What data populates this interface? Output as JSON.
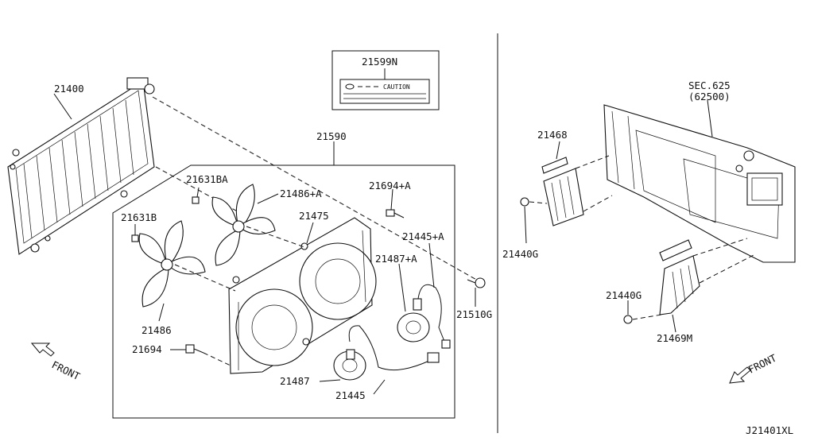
{
  "labels": {
    "radiator": "21400",
    "caution_label": "21599N",
    "caution_text": "CAUTION",
    "fan_assy": "21590",
    "bolt_21631ba": "21631BA",
    "fan_a": "21486+A",
    "bolt_21694a": "21694+A",
    "shroud": "21475",
    "harness_a": "21445+A",
    "motor_a": "21487+A",
    "bolt_21631b": "21631B",
    "clip_21510g": "21510G",
    "fan": "21486",
    "bolt_21694": "21694",
    "motor": "21487",
    "harness": "21445",
    "front_left": "FRONT",
    "sec_ref": "SEC.625",
    "sec_sub": "(62500)",
    "duct_upper": "21468",
    "clip_upper": "21440G",
    "clip_lower": "21440G",
    "duct_lower": "21469M",
    "front_right": "FRONT",
    "diagram_id": "J21401XL"
  }
}
